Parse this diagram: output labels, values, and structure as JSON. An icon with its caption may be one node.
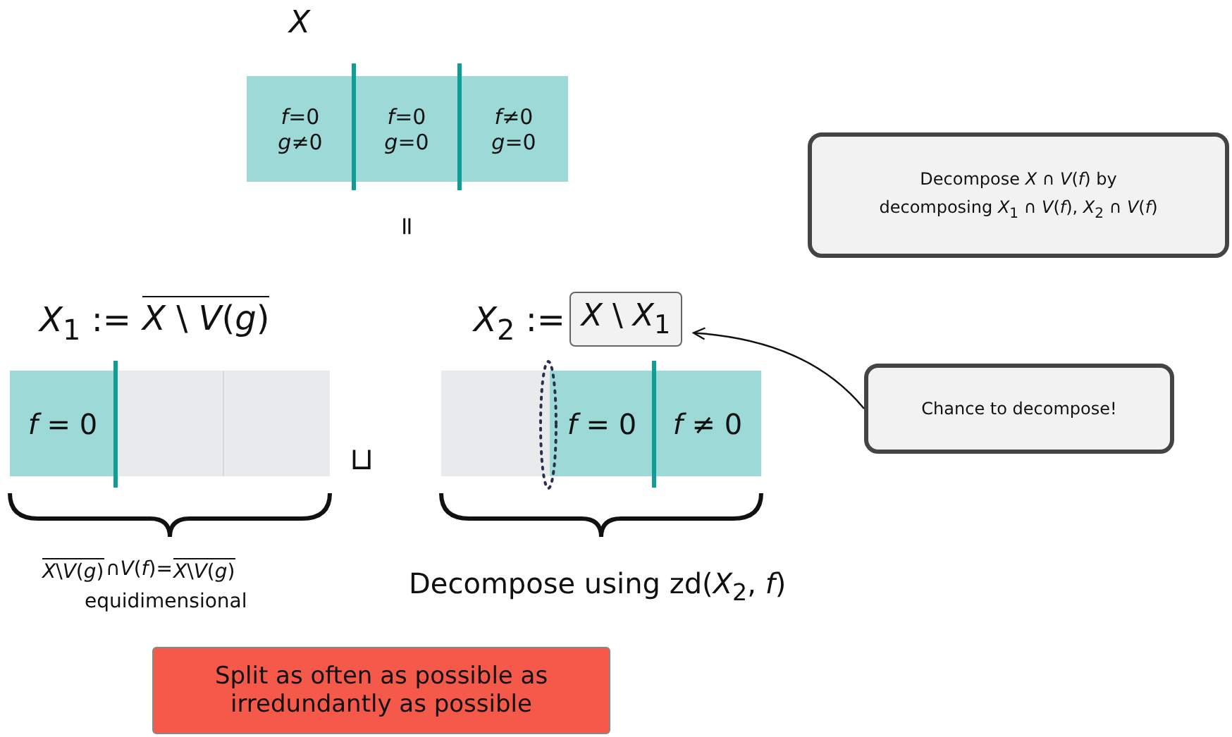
{
  "diagram": {
    "nodes": [
      {
        "text": [
          "*f*=0 *g*≠0"
        ]
      },
      {
        "text": [
          "*f*=0 *g*=0"
        ]
      },
      {
        "text": [
          "*f*≠0 *g*=0"
        ]
      },
      {
        "text": [
          "Decompose *X* ∩ *V*(*f*) by decomposing *X*$_{1}$ ∩ *V*(*f*), *X*$_{2}$ ∩ *V*(*f*)"
        ]
      },
      {
        "text": [
          "*X* \\ *X*$_{1}$"
        ]
      },
      {
        "text": [
          "Chance to decompose!"
        ]
      },
      {
        "text": [
          "*f* = 0"
        ]
      },
      {
        "text": [],
        "shape": "box"
      },
      {
        "text": [],
        "shape": "box"
      },
      {
        "text": [],
        "shape": "box"
      },
      {
        "text": [
          "*f* = 0"
        ]
      },
      {
        "text": [
          "*f* ≠ 0"
        ]
      },
      {
        "text": [
          "Split as often as possible as irredundantly as possible"
        ]
      },
      {
        "text": [],
        "shape": "ellipse"
      }
    ],
    "edges": [
      {
        "from": 5,
        "to": 4,
        "arrow": "to"
      }
    ],
    "labels": [
      "*X*",
      "=",
      "*X*$_{1}$ :=",
      "*X* \\ *V*(*g*)",
      "*X*$_{2}$ :=",
      "⊔",
      "*X*\\*V*(*g*)",
      "∩*V*(*f*)=",
      "*X*\\*V*(*g*)",
      "equidimensional",
      "Decompose using zd(*X*$_{2}$, *f*)"
    ]
  }
}
